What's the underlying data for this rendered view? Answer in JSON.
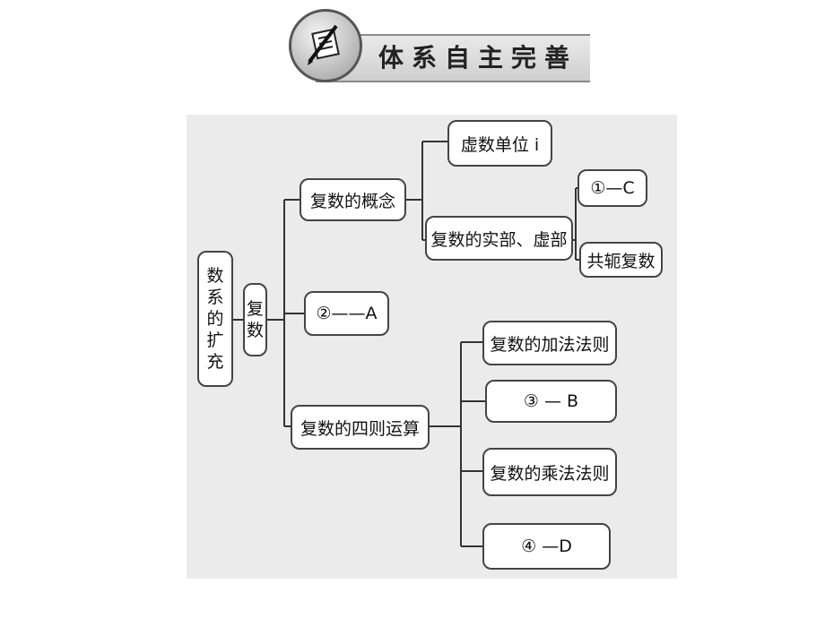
{
  "header": {
    "title": "体系自主完善",
    "badge_icon": "notebook-pen-icon"
  },
  "diagram": {
    "root": "数系的扩充",
    "level1": "复数",
    "concept": "复数的概念",
    "imaginary_unit": "虚数单位 i",
    "real_imag_part": "复数的实部、虚部",
    "blank1": "①—C",
    "conjugate": "共轭复数",
    "blank2": "②——A",
    "operations": "复数的四则运算",
    "addition": "复数的加法法则",
    "blank3": "③ — B",
    "multiplication": "复数的乘法法则",
    "blank4": "④ —D"
  }
}
